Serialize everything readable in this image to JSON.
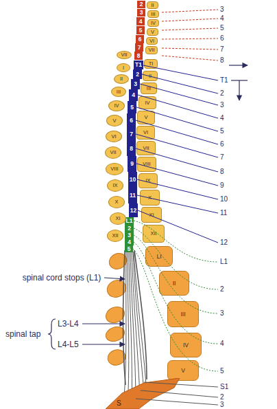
{
  "diagram": {
    "nodes": [
      {
        "text": [
          "2"
        ]
      },
      {
        "text": [
          "3"
        ]
      },
      {
        "text": [
          "4"
        ]
      },
      {
        "text": [
          "5"
        ]
      },
      {
        "text": [
          "6"
        ]
      },
      {
        "text": [
          "7"
        ]
      },
      {
        "text": [
          "8"
        ]
      },
      {
        "text": [
          "T1"
        ]
      },
      {
        "text": [
          "2"
        ]
      },
      {
        "text": [
          "3"
        ]
      },
      {
        "text": [
          "4"
        ]
      },
      {
        "text": [
          "5"
        ]
      },
      {
        "text": [
          "6"
        ]
      },
      {
        "text": [
          "7"
        ]
      },
      {
        "text": [
          "8"
        ]
      },
      {
        "text": [
          "9"
        ]
      },
      {
        "text": [
          "10"
        ]
      },
      {
        "text": [
          "11"
        ]
      },
      {
        "text": [
          "12"
        ]
      },
      {
        "text": [
          "L1"
        ]
      },
      {
        "text": [
          "2"
        ]
      },
      {
        "text": [
          "3"
        ]
      },
      {
        "text": [
          "4"
        ]
      },
      {
        "text": [
          "5"
        ]
      },
      {
        "text": [
          "II"
        ]
      },
      {
        "text": [
          "III"
        ]
      },
      {
        "text": [
          "IV"
        ]
      },
      {
        "text": [
          "V"
        ]
      },
      {
        "text": [
          "VI"
        ]
      },
      {
        "text": [
          "VII"
        ]
      },
      {
        "text": [
          "TI"
        ]
      },
      {
        "text": [
          "II"
        ]
      },
      {
        "text": [
          "III"
        ]
      },
      {
        "text": [
          "IV"
        ]
      },
      {
        "text": [
          "V"
        ]
      },
      {
        "text": [
          "VI"
        ]
      },
      {
        "text": [
          "VII"
        ]
      },
      {
        "text": [
          "VIII"
        ]
      },
      {
        "text": [
          "IX"
        ]
      },
      {
        "text": [
          "X"
        ]
      },
      {
        "text": [
          "XI"
        ]
      },
      {
        "text": [
          "XII"
        ]
      },
      {
        "text": [
          "LI"
        ]
      },
      {
        "text": [
          "II"
        ]
      },
      {
        "text": [
          "III"
        ]
      },
      {
        "text": [
          "IV"
        ]
      },
      {
        "text": [
          "V"
        ]
      },
      {
        "text": [
          "S"
        ]
      },
      {
        "text": [
          "VII"
        ]
      },
      {
        "text": [
          "I"
        ]
      },
      {
        "text": [
          "II"
        ]
      },
      {
        "text": [
          "III"
        ]
      },
      {
        "text": [
          "IV"
        ]
      },
      {
        "text": [
          "V"
        ]
      },
      {
        "text": [
          "VI"
        ]
      },
      {
        "text": [
          "VII"
        ]
      },
      {
        "text": [
          "VIII"
        ]
      },
      {
        "text": [
          "IX"
        ]
      },
      {
        "text": [
          "X"
        ]
      },
      {
        "text": [
          "XI"
        ]
      },
      {
        "text": [
          "XII"
        ]
      }
    ],
    "labels": [
      "3",
      "4",
      "5",
      "6",
      "7",
      "8",
      "T1",
      "2",
      "3",
      "4",
      "5",
      "6",
      "7",
      "8",
      "9",
      "10",
      "11",
      "12",
      "L1",
      "2",
      "3",
      "4",
      "5",
      "S1",
      "2",
      "3",
      "spinal cord stops (L1)",
      "spinal tap",
      "L3-L4",
      "L4-L5"
    ]
  }
}
